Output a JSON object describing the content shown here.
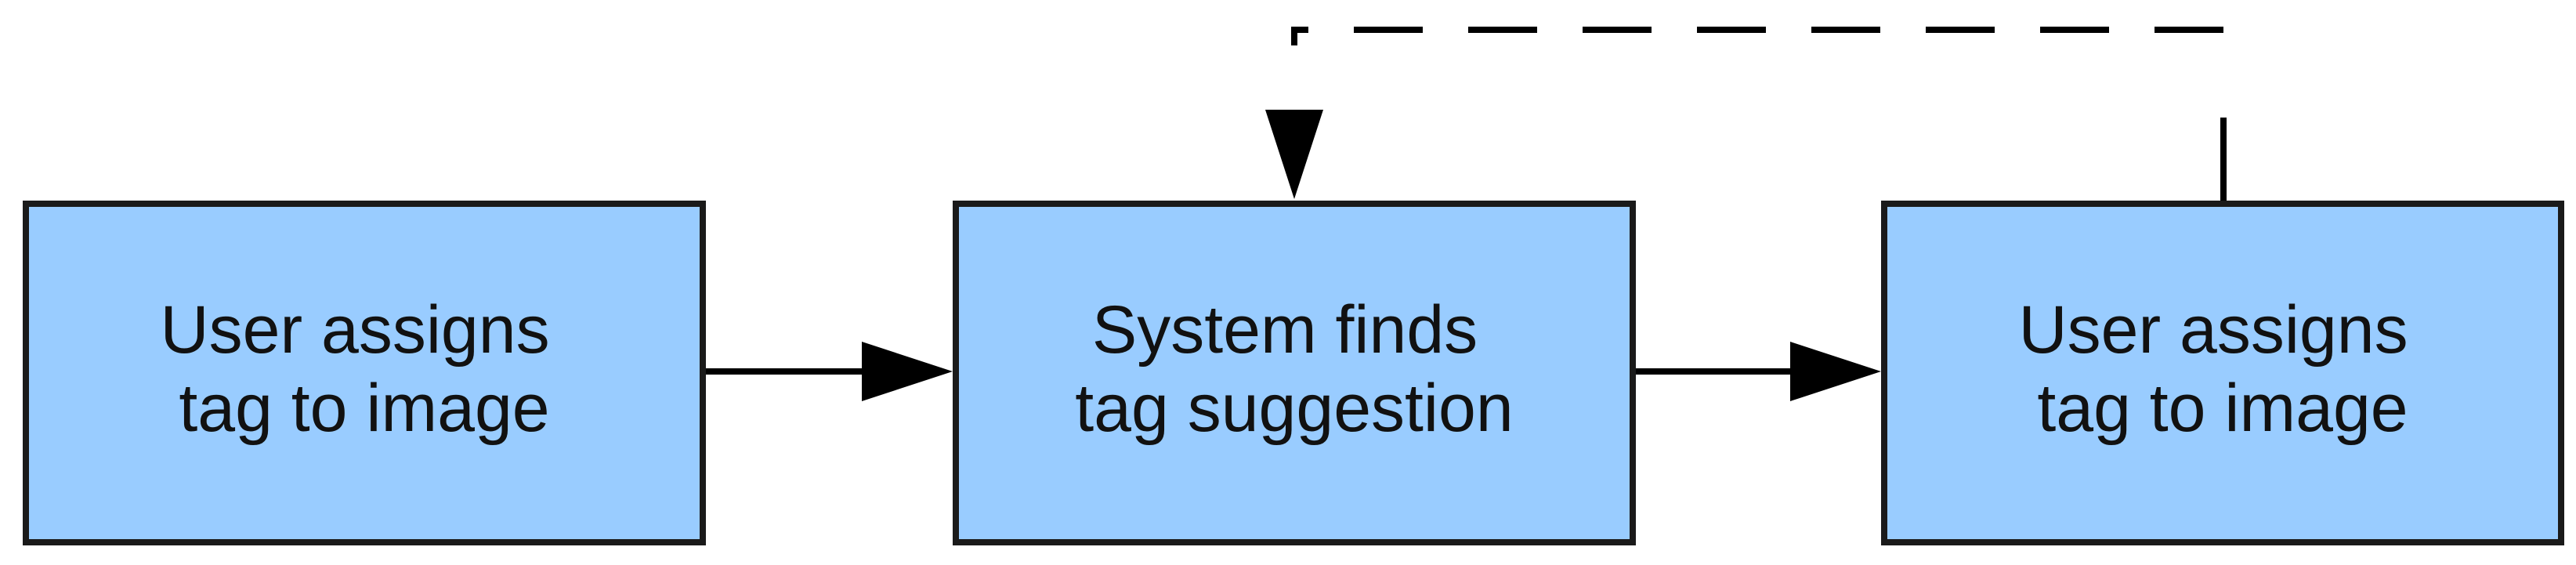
{
  "nodes": [
    {
      "id": "n1",
      "lines": [
        "User assigns",
        "tag to image"
      ]
    },
    {
      "id": "n2",
      "lines": [
        "System finds",
        "tag suggestion"
      ]
    },
    {
      "id": "n3",
      "lines": [
        "User assigns",
        "tag to image"
      ]
    }
  ],
  "edges": [
    {
      "from": "n1",
      "to": "n2",
      "style": "solid"
    },
    {
      "from": "n2",
      "to": "n3",
      "style": "solid"
    },
    {
      "from": "n3",
      "to": "n2",
      "style": "dashed"
    }
  ],
  "colors": {
    "node_fill": "#99ccff",
    "node_stroke": "#1a1a1a",
    "edge": "#000000"
  }
}
